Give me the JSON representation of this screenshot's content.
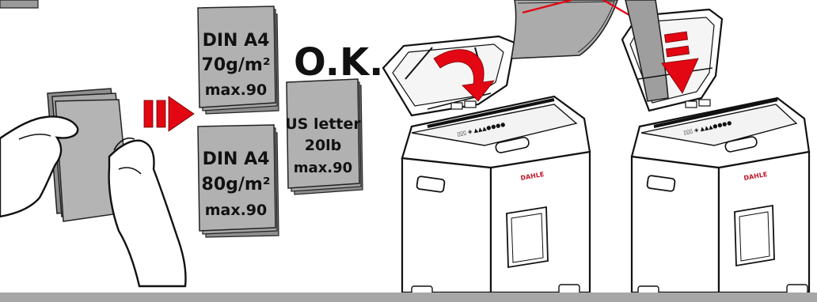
{
  "stacks": [
    {
      "line1": "DIN A4",
      "line2": "70g/m²",
      "line3": "max.90"
    },
    {
      "line1": "DIN A4",
      "line2": "80g/m²",
      "line3": "max.90"
    },
    {
      "line1": "US letter",
      "line2": "20lb",
      "line3": "max.90"
    }
  ],
  "ok_label": "O.K.",
  "brand_left": "DAHLE",
  "brand_right": "DAHLE",
  "colors": {
    "arrow": "#e30613",
    "paper": "#a8a8a8",
    "paper_edge": "#5a5a5a",
    "bar": "#a7a7a7"
  },
  "icons": [
    "hands-holding-paper-icon",
    "feed-arrow-icon",
    "shredder-lid-open-icon",
    "insert-paper-arrow-icon"
  ]
}
